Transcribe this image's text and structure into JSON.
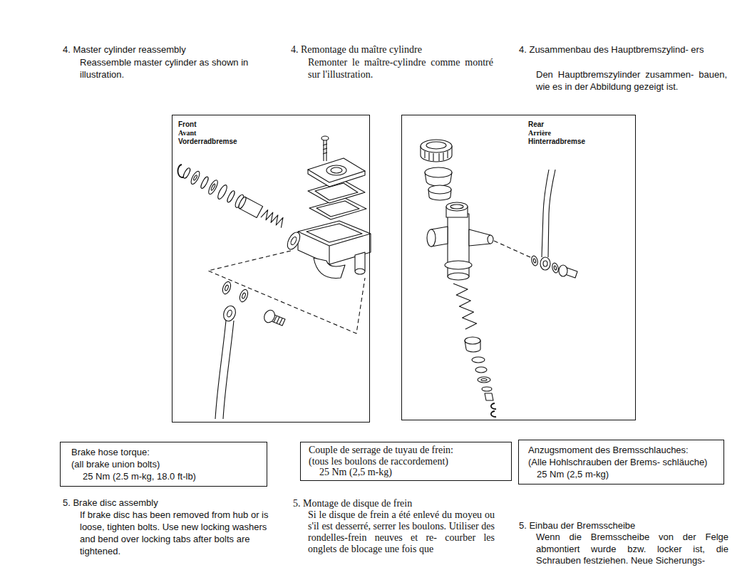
{
  "diagram": {
    "nodes": [
      {
        "text": [
          "Front",
          "Avant",
          "Vorderradbremse"
        ]
      },
      {
        "text": [
          "Rear",
          "Arrière",
          "Hinterradbremse"
        ]
      },
      {
        "text": [
          "Brake hose torque:",
          "(all brake union bolts)",
          "25 Nm (2.5 m-kg, 18.0 ft-lb)"
        ]
      },
      {
        "text": [
          "Couple de serrage de tuyau de frein:",
          "(tous les boulons de raccordement)",
          "25 Nm (2,5 m-kg)"
        ]
      },
      {
        "text": [
          "Anzugsmoment des Bremsschlauches:",
          "(Alle Hohlschrauben der Brems- schläuche)",
          "25 Nm (2,5 m-kg)"
        ]
      }
    ],
    "labels": [
      "4. Master cylinder reassembly",
      "Reassemble master cylinder as shown in illustration.",
      "4. Remontage du maître cylindre",
      "Remonter le maître-cylindre comme montré sur l'illustration.",
      "4. Zusammenbau des Hauptbremszylind- ers",
      "Den Hauptbremszylinder zusammen- bauen, wie es in der Abbildung gezeigt ist.",
      "5. Brake disc assembly",
      "If brake disc has been removed from hub or is loose, tighten bolts. Use new locking washers and bend over locking tabs after bolts are tightened.",
      "5. Montage de disque de frein",
      "Si le disque de frein a été enlevé du moyeu ou s'il est desserré, serrer les boulons. Utiliser des rondelles-frein neuves et re- courber les onglets de blocage une fois que",
      "5. Einbau der Bremsscheibe",
      "Wenn die Bremsscheibe von der Felge abmontiert wurde bzw. locker ist, die Schrauben festziehen. Neue Sicherungs-"
    ]
  }
}
